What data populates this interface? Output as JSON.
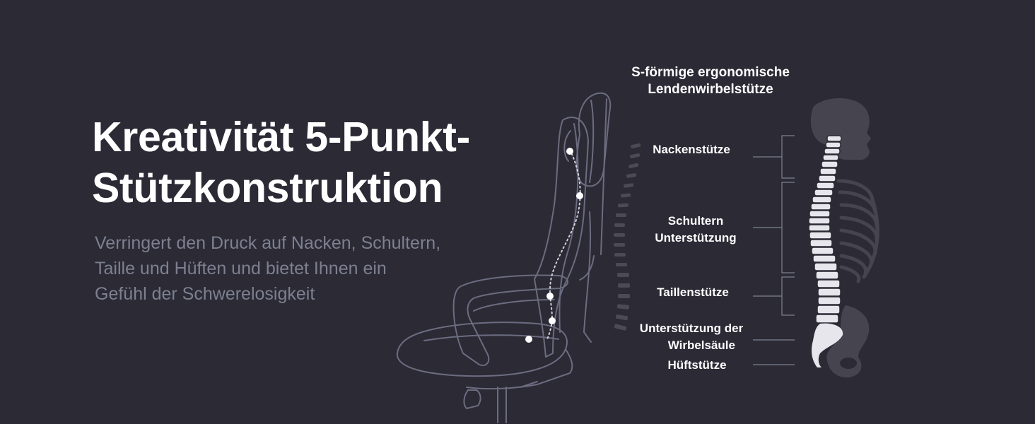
{
  "headline": {
    "line1": "Kreativität 5-Punkt-",
    "line2": "Stützkonstruktion"
  },
  "subtext": {
    "line1": "Verringert den Druck auf Nacken, Schultern,",
    "line2": "Taille und Hüften und bietet Ihnen ein",
    "line3": "Gefühl der Schwerelosigkeit"
  },
  "diagram": {
    "title_line1": "S-förmige ergonomische",
    "title_line2": "Lendenwirbelstütze",
    "labels": {
      "neck": "Nackenstütze",
      "shoulders_line1": "Schultern",
      "shoulders_line2": "Unterstützung",
      "waist": "Taillenstütze",
      "spine_line1": "Unterstützung der",
      "spine_line2": "Wirbelsäule",
      "hip": "Hüftstütze"
    }
  },
  "colors": {
    "background": "#2b2a35",
    "headline": "#ffffff",
    "subtext": "#7d8090",
    "chart_outline": "#6c6c80",
    "skeleton_dark": "#46454f",
    "spine": "#e6e6ec"
  }
}
